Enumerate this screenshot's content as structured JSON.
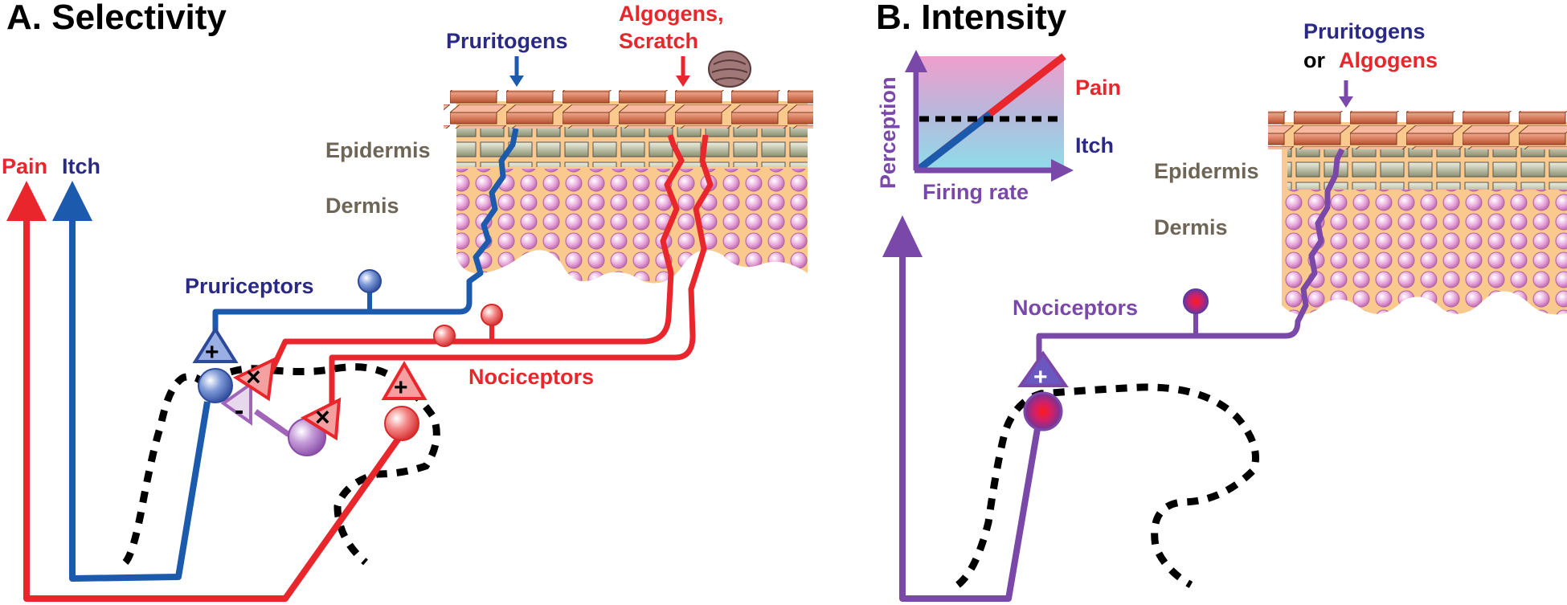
{
  "panel_a": {
    "title": "A.  Selectivity",
    "pruritogens": "Pruritogens",
    "algogens": "Algogens,",
    "scratch": "Scratch",
    "epidermis": "Epidermis",
    "dermis": "Dermis",
    "pain": "Pain",
    "itch": "Itch",
    "pruriceptors": "Pruriceptors",
    "nociceptors": "Nociceptors",
    "plus": "+",
    "minus": "-",
    "times": "×"
  },
  "panel_b": {
    "title": "B.  Intensity",
    "pruritogens": "Pruritogens",
    "or": "or",
    "algogens": "Algogens",
    "epidermis": "Epidermis",
    "dermis": "Dermis",
    "nociceptors": "Nociceptors",
    "plus": "+",
    "inset": {
      "ylabel": "Perception",
      "xlabel": "Firing rate",
      "pain": "Pain",
      "itch": "Itch"
    }
  },
  "colors": {
    "pain_red": "#e8262b",
    "itch_blue": "#1c5aad",
    "label_navy": "#2a2a86",
    "purple": "#7a48a8",
    "skin_text": "#6d6556"
  }
}
